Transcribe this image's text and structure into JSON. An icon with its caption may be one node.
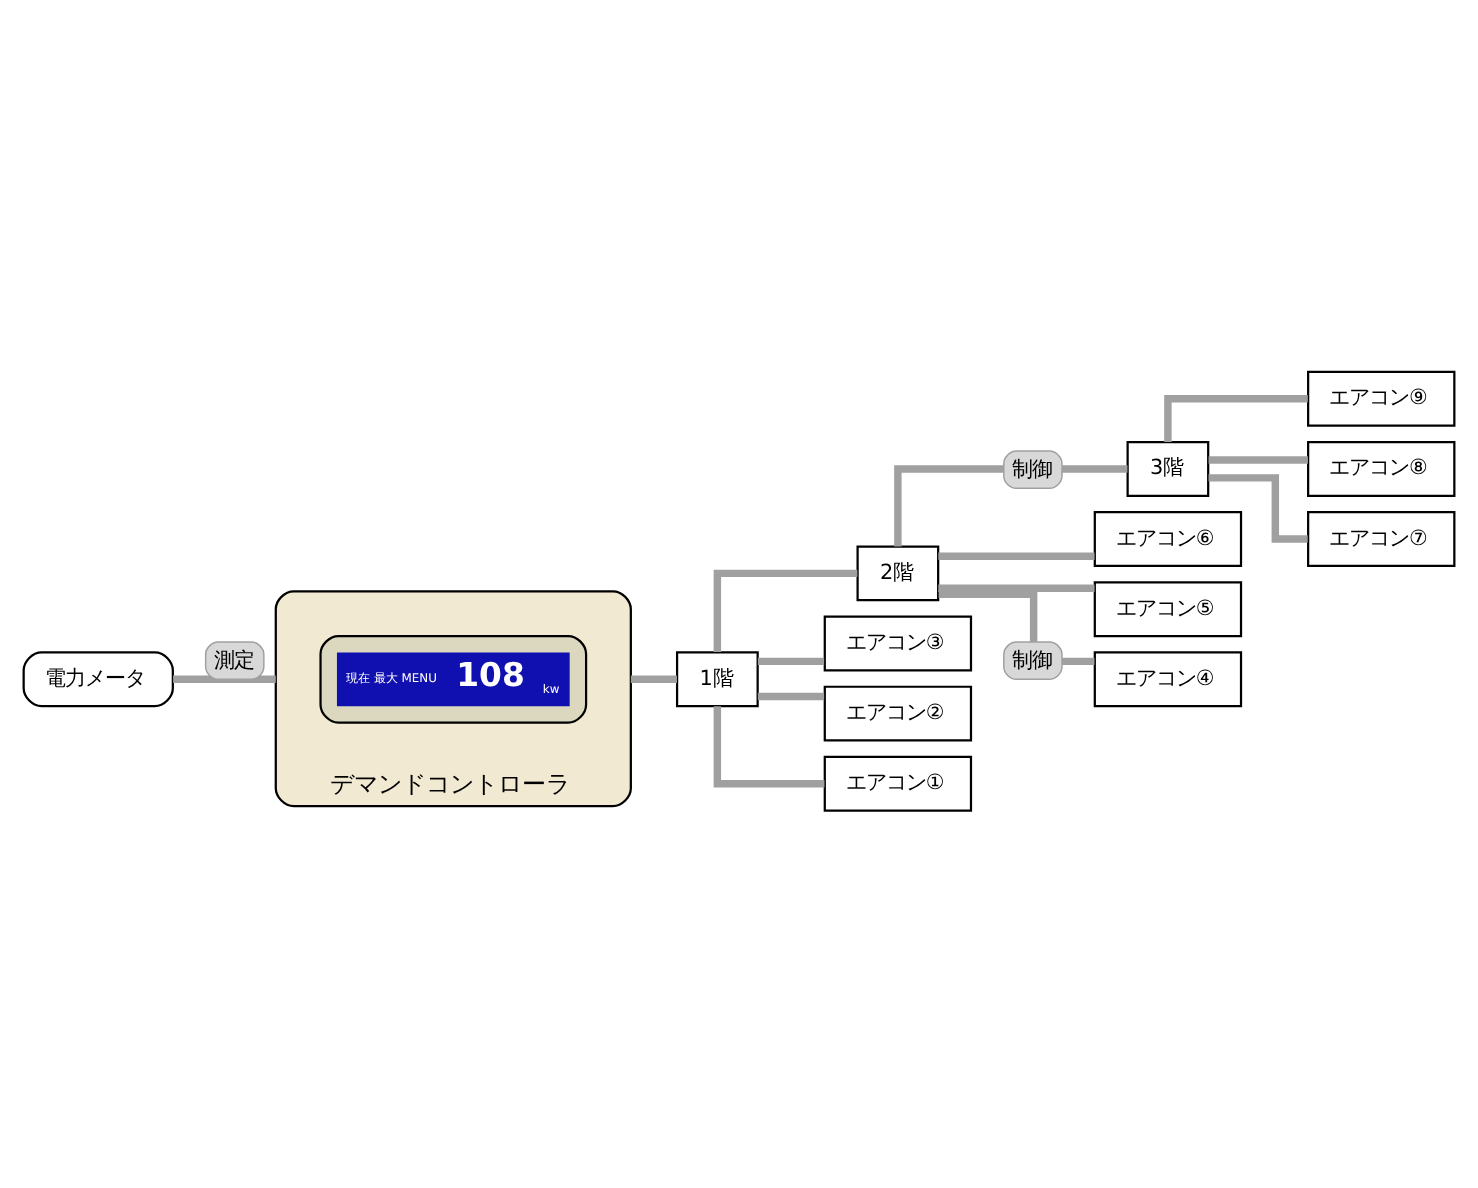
{
  "diagram": {
    "nodes": [
      {
        "text": [
          "電力メータ"
        ]
      },
      {
        "text": [
          "デマンドコントローラ"
        ]
      },
      {
        "text": [
          "現在 最大 MENU",
          "108",
          "kw"
        ],
        "in": 1
      },
      {
        "text": [
          "1階"
        ]
      },
      {
        "text": [
          "2階"
        ]
      },
      {
        "text": [
          "3階"
        ]
      },
      {
        "text": [
          "エアコン⑨"
        ]
      },
      {
        "text": [
          "エアコン⑧"
        ]
      },
      {
        "text": [
          "エアコン⑦"
        ]
      },
      {
        "text": [
          "エアコン⑥"
        ]
      },
      {
        "text": [
          "エアコン⑤"
        ]
      },
      {
        "text": [
          "エアコン④"
        ]
      },
      {
        "text": [
          "エアコン③"
        ]
      },
      {
        "text": [
          "エアコン②"
        ]
      },
      {
        "text": [
          "エアコン①"
        ]
      }
    ],
    "edges": [
      {
        "from": 0,
        "to": 1,
        "arrow": "none",
        "label": "測定"
      },
      {
        "from": 1,
        "to": 3,
        "arrow": "none"
      },
      {
        "from": 3,
        "to": 4,
        "arrow": "none"
      },
      {
        "from": 4,
        "to": 5,
        "arrow": "none",
        "label": "制御"
      },
      {
        "from": 5,
        "to": 6,
        "arrow": "none"
      },
      {
        "from": 5,
        "to": 7,
        "arrow": "none"
      },
      {
        "from": 5,
        "to": 8,
        "arrow": "none"
      },
      {
        "from": 4,
        "to": 9,
        "arrow": "none"
      },
      {
        "from": 4,
        "to": 10,
        "arrow": "none"
      },
      {
        "from": 4,
        "to": 11,
        "arrow": "none",
        "label": "制御"
      },
      {
        "from": 3,
        "to": 12,
        "arrow": "none"
      },
      {
        "from": 3,
        "to": 13,
        "arrow": "none"
      },
      {
        "from": 3,
        "to": 14,
        "arrow": "none"
      }
    ]
  }
}
